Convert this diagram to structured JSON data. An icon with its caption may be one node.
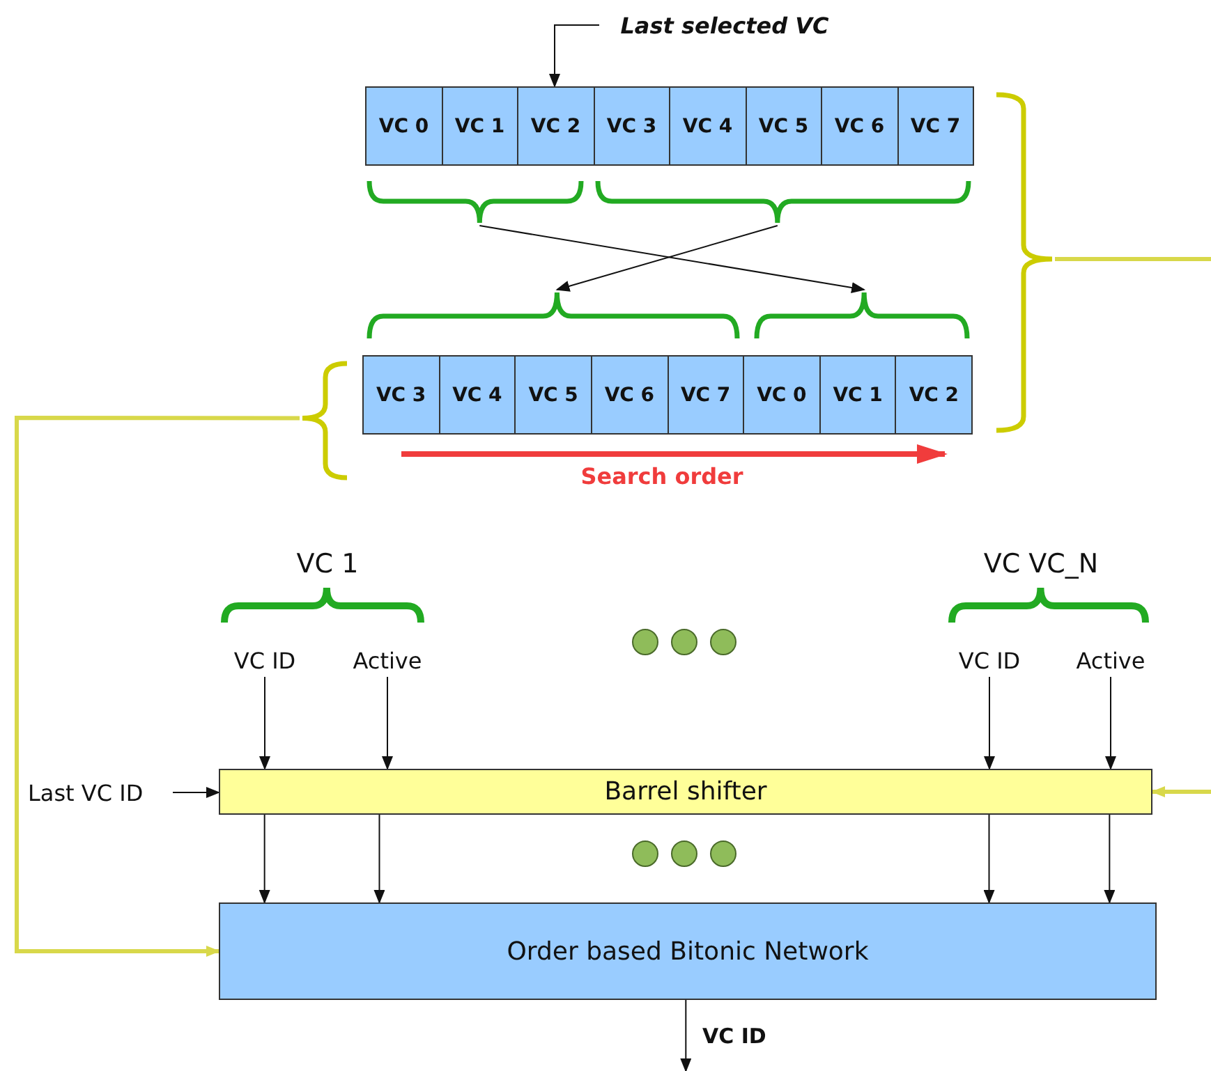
{
  "diagram": {
    "nodes": [
      {
        "text": [
          "Last selected VC"
        ]
      },
      {
        "text": [],
        "shape": "box"
      },
      {
        "text": [
          "VC 0"
        ],
        "in": 1
      },
      {
        "text": [
          "VC 1"
        ],
        "in": 1
      },
      {
        "text": [
          "VC 2"
        ],
        "in": 1
      },
      {
        "text": [
          "VC 3"
        ],
        "in": 1
      },
      {
        "text": [
          "VC 4"
        ],
        "in": 1
      },
      {
        "text": [
          "VC 5"
        ],
        "in": 1
      },
      {
        "text": [
          "VC 6"
        ],
        "in": 1
      },
      {
        "text": [
          "VC 7"
        ],
        "in": 1
      },
      {
        "text": [],
        "shape": "box"
      },
      {
        "text": [
          "VC 3"
        ],
        "in": 10
      },
      {
        "text": [
          "VC 4"
        ],
        "in": 10
      },
      {
        "text": [
          "VC 5"
        ],
        "in": 10
      },
      {
        "text": [
          "VC 6"
        ],
        "in": 10
      },
      {
        "text": [
          "VC 7"
        ],
        "in": 10
      },
      {
        "text": [
          "VC 0"
        ],
        "in": 10
      },
      {
        "text": [
          "VC 1"
        ],
        "in": 10
      },
      {
        "text": [
          "VC 2"
        ],
        "in": 10
      },
      {
        "text": [],
        "shape": "brace"
      },
      {
        "text": [],
        "shape": "brace"
      },
      {
        "text": [],
        "shape": "brace"
      },
      {
        "text": [],
        "shape": "brace"
      },
      {
        "text": [],
        "shape": "brace"
      },
      {
        "text": [],
        "shape": "brace"
      },
      {
        "text": [
          "VC ID"
        ]
      },
      {
        "text": [
          "Active"
        ]
      },
      {
        "text": [
          "VC ID"
        ]
      },
      {
        "text": [
          "Active"
        ]
      },
      {
        "text": [
          "Last VC ID"
        ]
      },
      {
        "text": [
          "Barrel shifter"
        ]
      },
      {
        "text": [
          "Order based Bitonic Network"
        ]
      }
    ],
    "edges": [
      {
        "from": 0,
        "to": 4,
        "arrow": "to"
      },
      {
        "from": 19,
        "to": 22,
        "arrow": "to"
      },
      {
        "from": 20,
        "to": 21,
        "arrow": "to"
      },
      {
        "from": 23,
        "to": null,
        "arrow": "none",
        "style": "thick",
        "color": "#d8d84a"
      },
      {
        "from": 24,
        "to": 31,
        "arrow": "to",
        "style": "thick",
        "color": "#d8d84a"
      },
      {
        "from": 25,
        "to": 30,
        "arrow": "to"
      },
      {
        "from": 26,
        "to": 30,
        "arrow": "to"
      },
      {
        "from": 27,
        "to": 30,
        "arrow": "to"
      },
      {
        "from": 28,
        "to": 30,
        "arrow": "to"
      },
      {
        "from": 29,
        "to": 30,
        "arrow": "to"
      },
      {
        "from": null,
        "to": 30,
        "arrow": "to",
        "style": "thick",
        "color": "#d8d84a"
      },
      {
        "from": 30,
        "to": 31,
        "arrow": "to"
      },
      {
        "from": 30,
        "to": 31,
        "arrow": "to"
      },
      {
        "from": 30,
        "to": 31,
        "arrow": "to"
      },
      {
        "from": 30,
        "to": 31,
        "arrow": "to"
      },
      {
        "from": 31,
        "to": null,
        "arrow": "to",
        "label": "VC ID"
      }
    ],
    "labels": [
      "Search order",
      "VC 1",
      "VC VC_N"
    ]
  }
}
